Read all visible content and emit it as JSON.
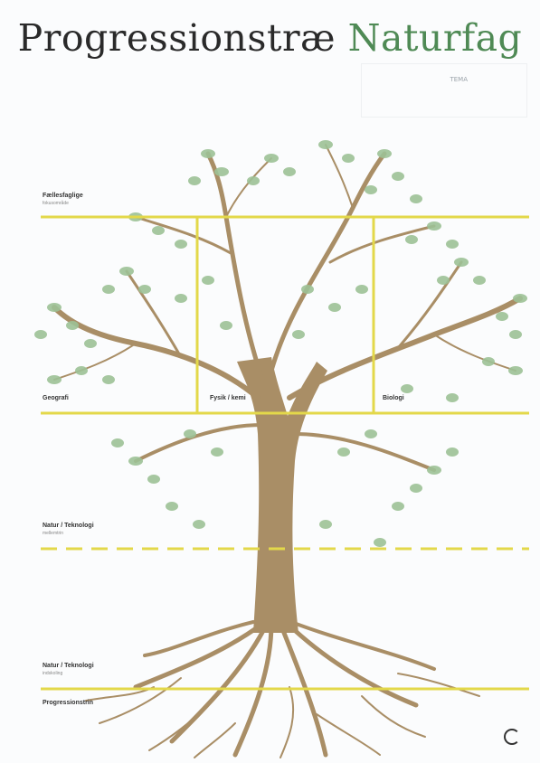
{
  "poster": {
    "title_part1": "Progressionstræ",
    "title_part2": "Naturfag",
    "field_label": "TEMA",
    "levels": [
      {
        "label": "Fællesfaglige",
        "sublabel": "fokusområde"
      },
      {
        "label": "Geografi"
      },
      {
        "label": "Fysik / kemi"
      },
      {
        "label": "Biologi"
      },
      {
        "label": "Natur / Teknologi",
        "sublabel": "mellemtrin"
      },
      {
        "label": "Natur / Teknologi",
        "sublabel": "indskoling"
      },
      {
        "label": "Progressionstrin"
      }
    ],
    "colors": {
      "line": "#e3d84a",
      "trunk": "#a98e66",
      "leaf": "#9dc296",
      "title_accent": "#4f8a55"
    }
  }
}
